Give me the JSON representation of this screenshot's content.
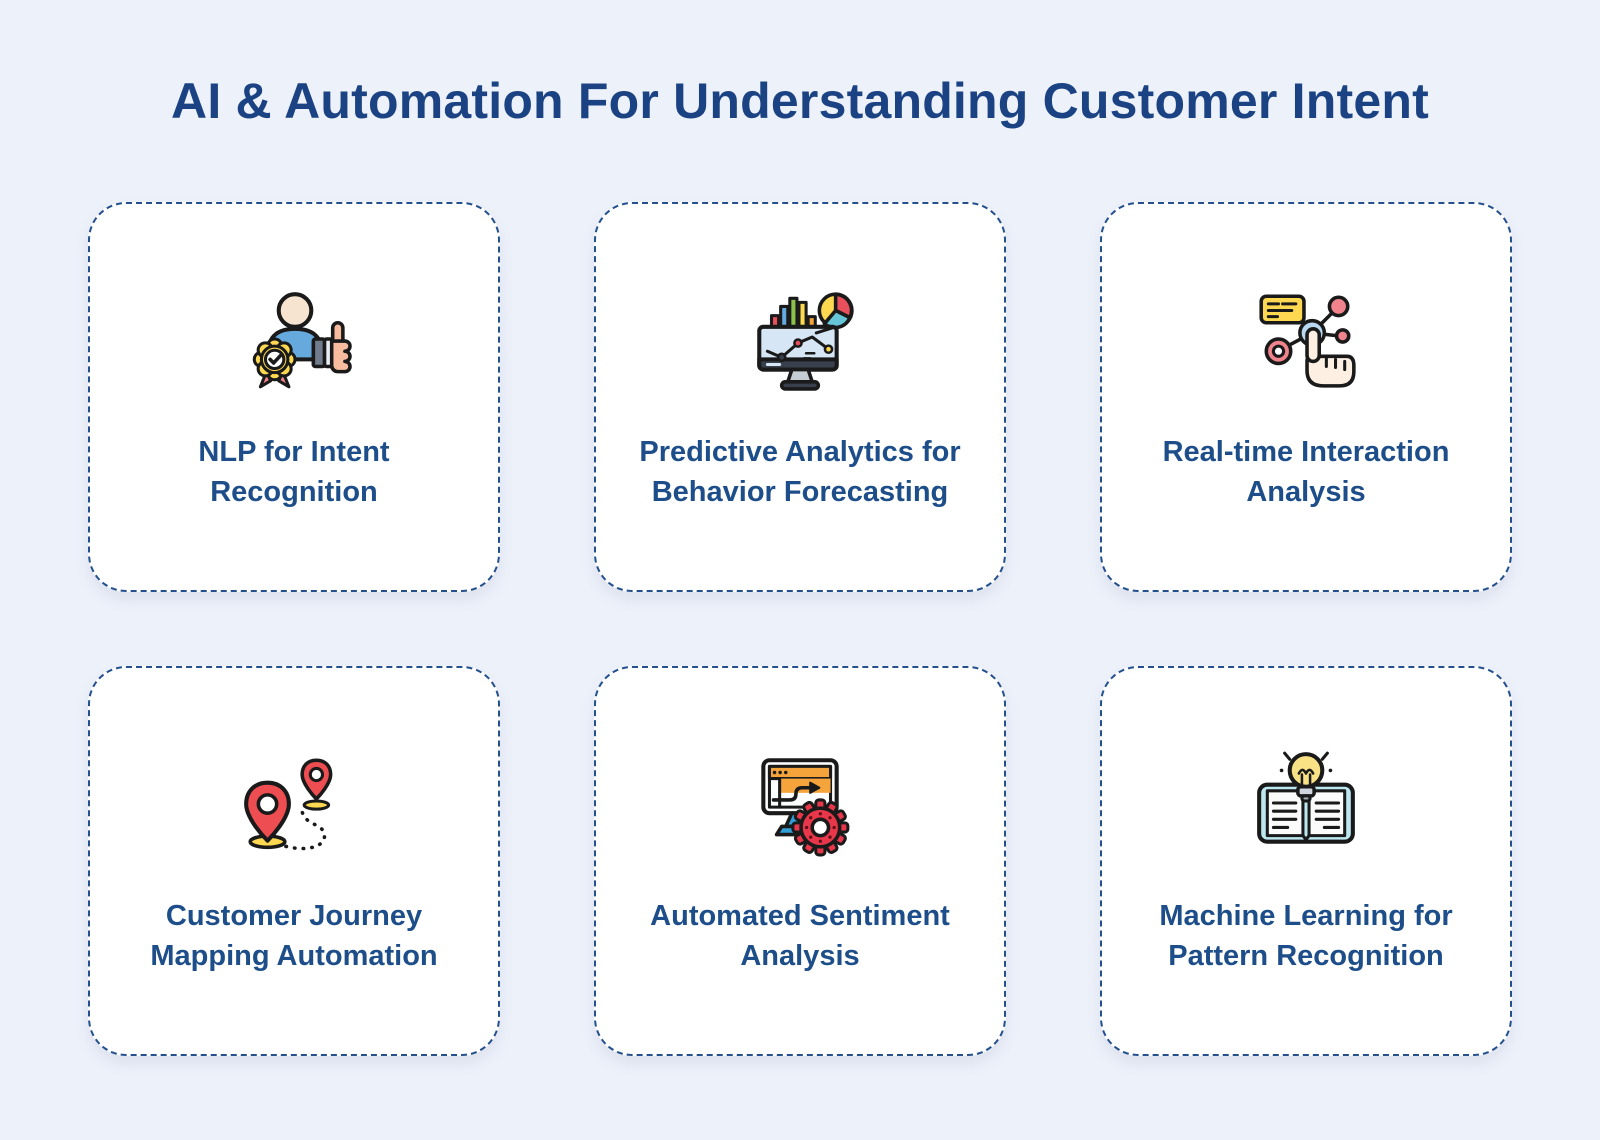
{
  "title": "AI & Automation For Understanding Customer Intent",
  "colors": {
    "background": "#edf1fa",
    "card_background": "#ffffff",
    "card_border": "#24518e",
    "title_text": "#1b4383",
    "label_text": "#1d4e8a",
    "icon_outline": "#1a1a1a",
    "icon_red": "#e8505b",
    "icon_salmon": "#f0838b",
    "icon_yellow": "#fdd850",
    "icon_orange": "#f5a33b",
    "icon_blue": "#66a9dc",
    "icon_light_blue": "#b9d9f2",
    "icon_green": "#8bc34a",
    "icon_teal": "#66c6d8",
    "icon_gear_red": "#e8374a",
    "icon_book_cyan": "#bde7f0",
    "icon_skin": "#f7e4d0"
  },
  "cards": [
    {
      "label": "NLP for Intent Recognition",
      "icon": "person-badge-thumbs-up-icon"
    },
    {
      "label": "Predictive Analytics for Behavior Forecasting",
      "icon": "analytics-dashboard-icon"
    },
    {
      "label": "Real-time Interaction Analysis",
      "icon": "touch-network-icon"
    },
    {
      "label": "Customer Journey Mapping Automation",
      "icon": "map-pins-route-icon"
    },
    {
      "label": "Automated Sentiment Analysis",
      "icon": "browser-automation-gear-icon"
    },
    {
      "label": "Machine Learning for Pattern Recognition",
      "icon": "book-lightbulb-icon"
    }
  ]
}
